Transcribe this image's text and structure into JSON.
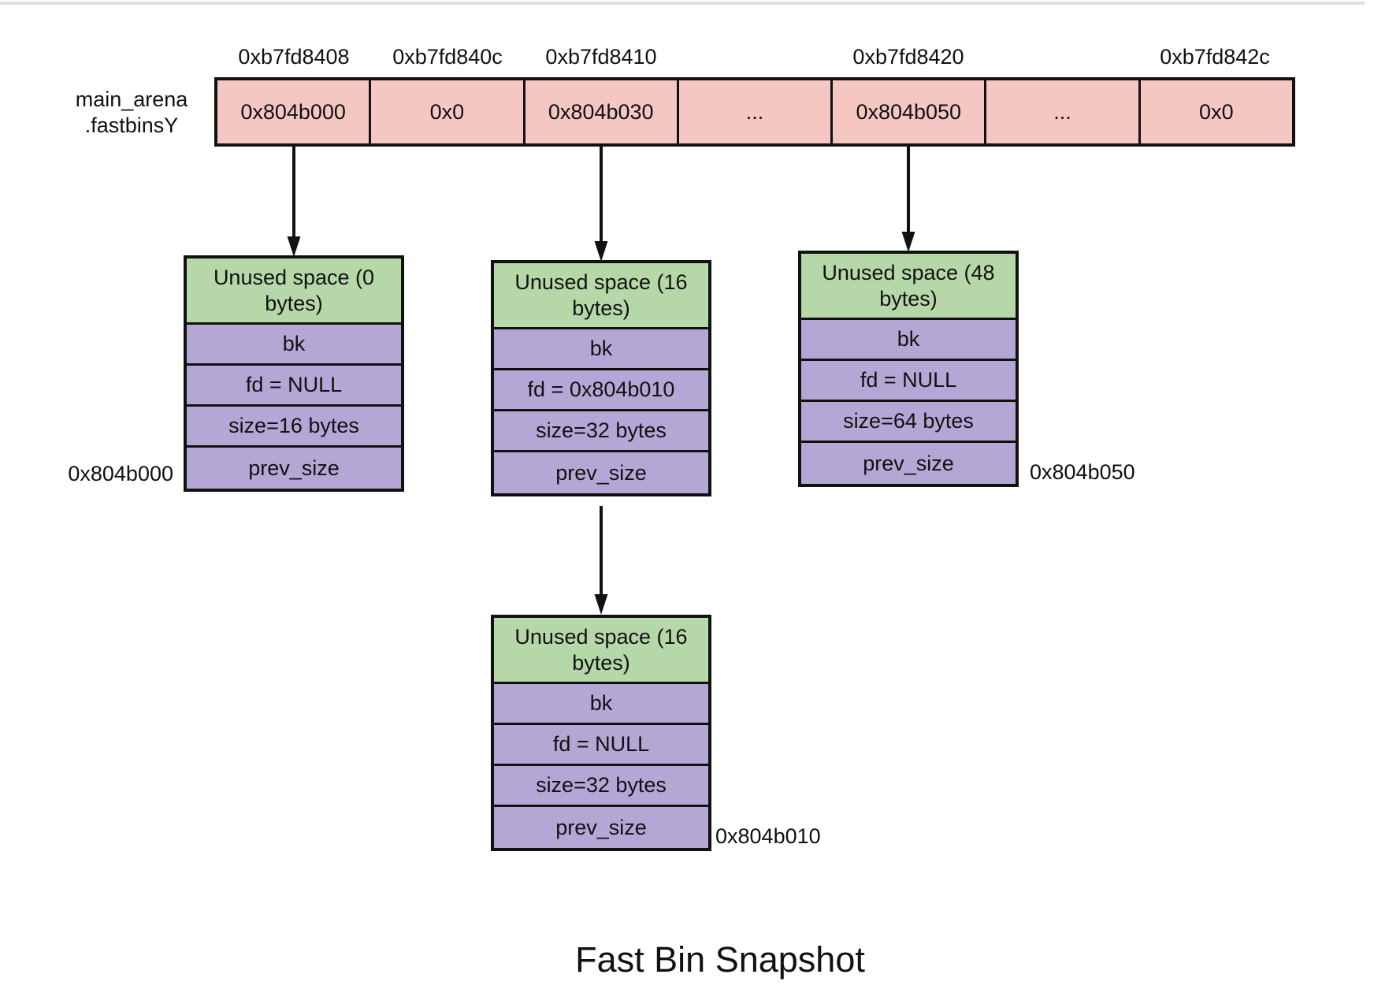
{
  "title": "Fast Bin Snapshot",
  "arena": {
    "label_line1": "main_arena",
    "label_line2": ".fastbinsY",
    "addresses": [
      "0xb7fd8408",
      "0xb7fd840c",
      "0xb7fd8410",
      "0xb7fd8420",
      "0xb7fd842c"
    ],
    "cells": [
      "0x804b000",
      "0x0",
      "0x804b030",
      "...",
      "0x804b050",
      "...",
      "0x0"
    ]
  },
  "chunks": [
    {
      "header": "Unused space (0 bytes)",
      "rows": [
        "bk",
        "fd = NULL",
        "size=16 bytes",
        "prev_size"
      ],
      "address_label": "0x804b000",
      "label_side": "left"
    },
    {
      "header": "Unused space (16 bytes)",
      "rows": [
        "bk",
        "fd = 0x804b010",
        "size=32 bytes",
        "prev_size"
      ],
      "address_label": "",
      "label_side": "none"
    },
    {
      "header": "Unused space (48 bytes)",
      "rows": [
        "bk",
        "fd = NULL",
        "size=64 bytes",
        "prev_size"
      ],
      "address_label": "0x804b050",
      "label_side": "right"
    },
    {
      "header": "Unused space (16 bytes)",
      "rows": [
        "bk",
        "fd = NULL",
        "size=32 bytes",
        "prev_size"
      ],
      "address_label": "0x804b010",
      "label_side": "right"
    }
  ],
  "colors": {
    "array_fill": "#f4c7c3",
    "header_fill": "#b6d7a8",
    "row_fill": "#b4a7d6",
    "border": "#111111",
    "top_strip": "#dfdfdf"
  }
}
